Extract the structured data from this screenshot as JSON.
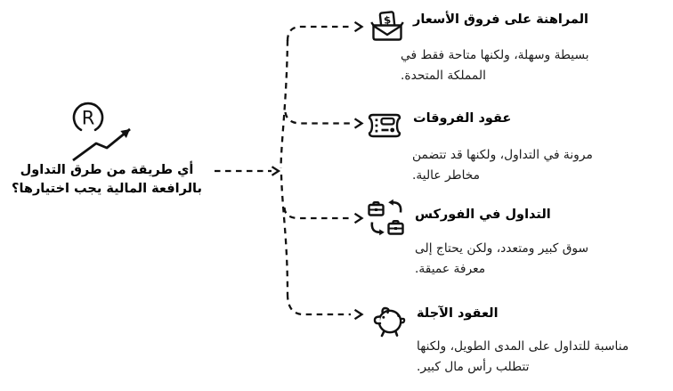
{
  "center": {
    "icon": "r-trend-icon",
    "question_line1": "أي طريقة من طرق التداول",
    "question_line2": "بالرافعة المالية يجب اختيارها؟",
    "icon_letter": "R"
  },
  "branches": [
    {
      "icon": "envelope-dollar-icon",
      "title": "المراهنة على فروق الأسعار",
      "desc_line1": "بسيطة وسهلة، ولكنها متاحة فقط في",
      "desc_line2": "المملكة المتحدة."
    },
    {
      "icon": "contract-ticket-icon",
      "title": "عقود الفروقات",
      "desc_line1": "مرونة في التداول، ولكنها قد تتضمن",
      "desc_line2": "مخاطر عالية."
    },
    {
      "icon": "briefcase-exchange-icon",
      "title": "التداول في الفوركس",
      "desc_line1": "سوق كبير ومتعدد، ولكن يحتاج إلى",
      "desc_line2": "معرفة عميقة."
    },
    {
      "icon": "piggy-bank-icon",
      "title": "العقود الآجلة",
      "desc_line1": "مناسبة للتداول على المدى الطويل، ولكنها",
      "desc_line2": "تتطلب رأس مال كبير."
    }
  ],
  "currency_symbol": "$",
  "colors": {
    "ink": "#111111",
    "background": "#ffffff"
  }
}
